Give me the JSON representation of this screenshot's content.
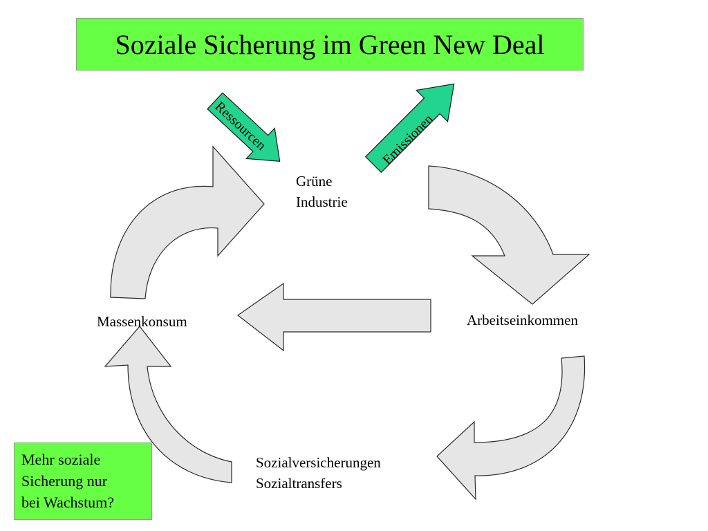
{
  "title": "Soziale Sicherung im Green New Deal",
  "nodes": {
    "gruene_industrie": [
      "Grüne",
      "Industrie"
    ],
    "arbeitseinkommen": "Arbeitseinkommen",
    "massenkonsum": "Massenkonsum",
    "sozial": [
      "Sozialversicherungen",
      "Sozialtransfers"
    ]
  },
  "flows": {
    "ressourcen": "Ressourcen",
    "emissionen": "Emissionen"
  },
  "question": [
    "Mehr soziale",
    "Sicherung nur",
    "bei Wachstum?"
  ],
  "colors": {
    "highlight_green": "#66ff44",
    "flow_teal": "#22d48e",
    "cycle_arrow_fill": "#e6e6e6"
  }
}
